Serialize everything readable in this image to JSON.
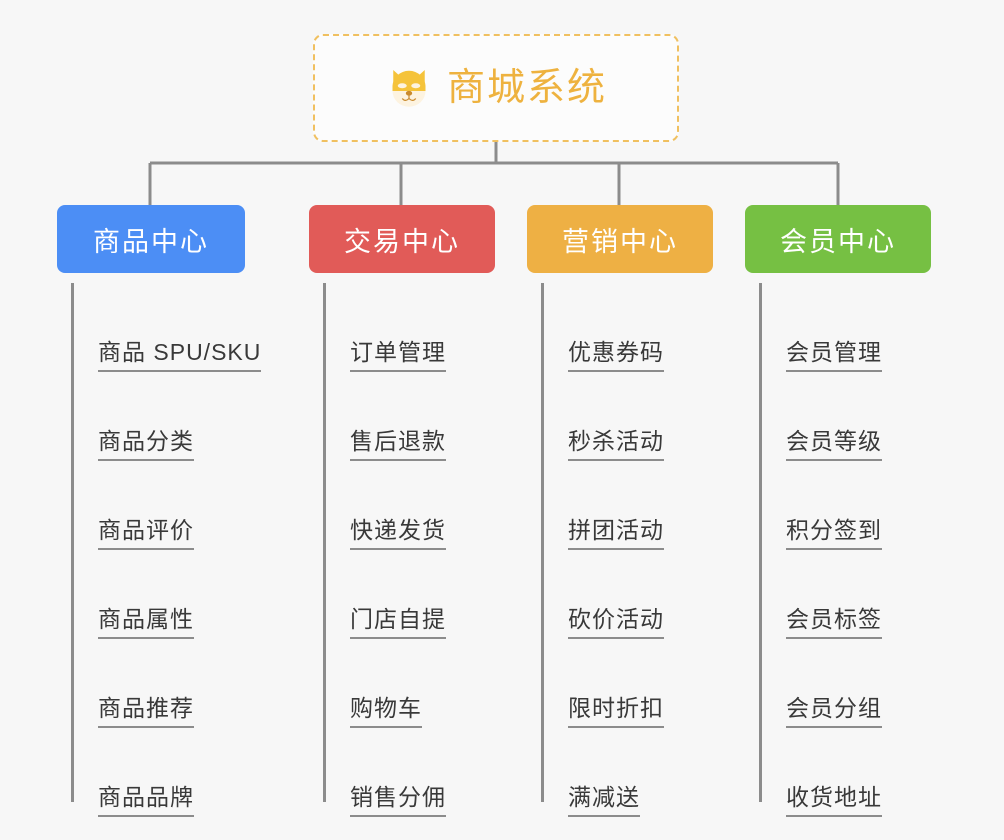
{
  "background_color": "#f7f7f7",
  "root": {
    "title": "商城系统",
    "icon": "dog-face-icon",
    "text_color": "#eeb23f",
    "border_color": "#f0c060",
    "background_color": "#fcfcfc"
  },
  "connector_color": "#8c8c8c",
  "branches": [
    {
      "label": "商品中心",
      "color": "#4c8ef5",
      "items": [
        "商品 SPU/SKU",
        "商品分类",
        "商品评价",
        "商品属性",
        "商品推荐",
        "商品品牌"
      ]
    },
    {
      "label": "交易中心",
      "color": "#e15b58",
      "items": [
        "订单管理",
        "售后退款",
        "快递发货",
        "门店自提",
        "购物车",
        "销售分佣"
      ]
    },
    {
      "label": "营销中心",
      "color": "#eeb044",
      "items": [
        "优惠券码",
        "秒杀活动",
        "拼团活动",
        "砍价活动",
        "限时折扣",
        "满减送"
      ]
    },
    {
      "label": "会员中心",
      "color": "#76c043",
      "items": [
        "会员管理",
        "会员等级",
        "积分签到",
        "会员标签",
        "会员分组",
        "收货地址"
      ]
    }
  ]
}
